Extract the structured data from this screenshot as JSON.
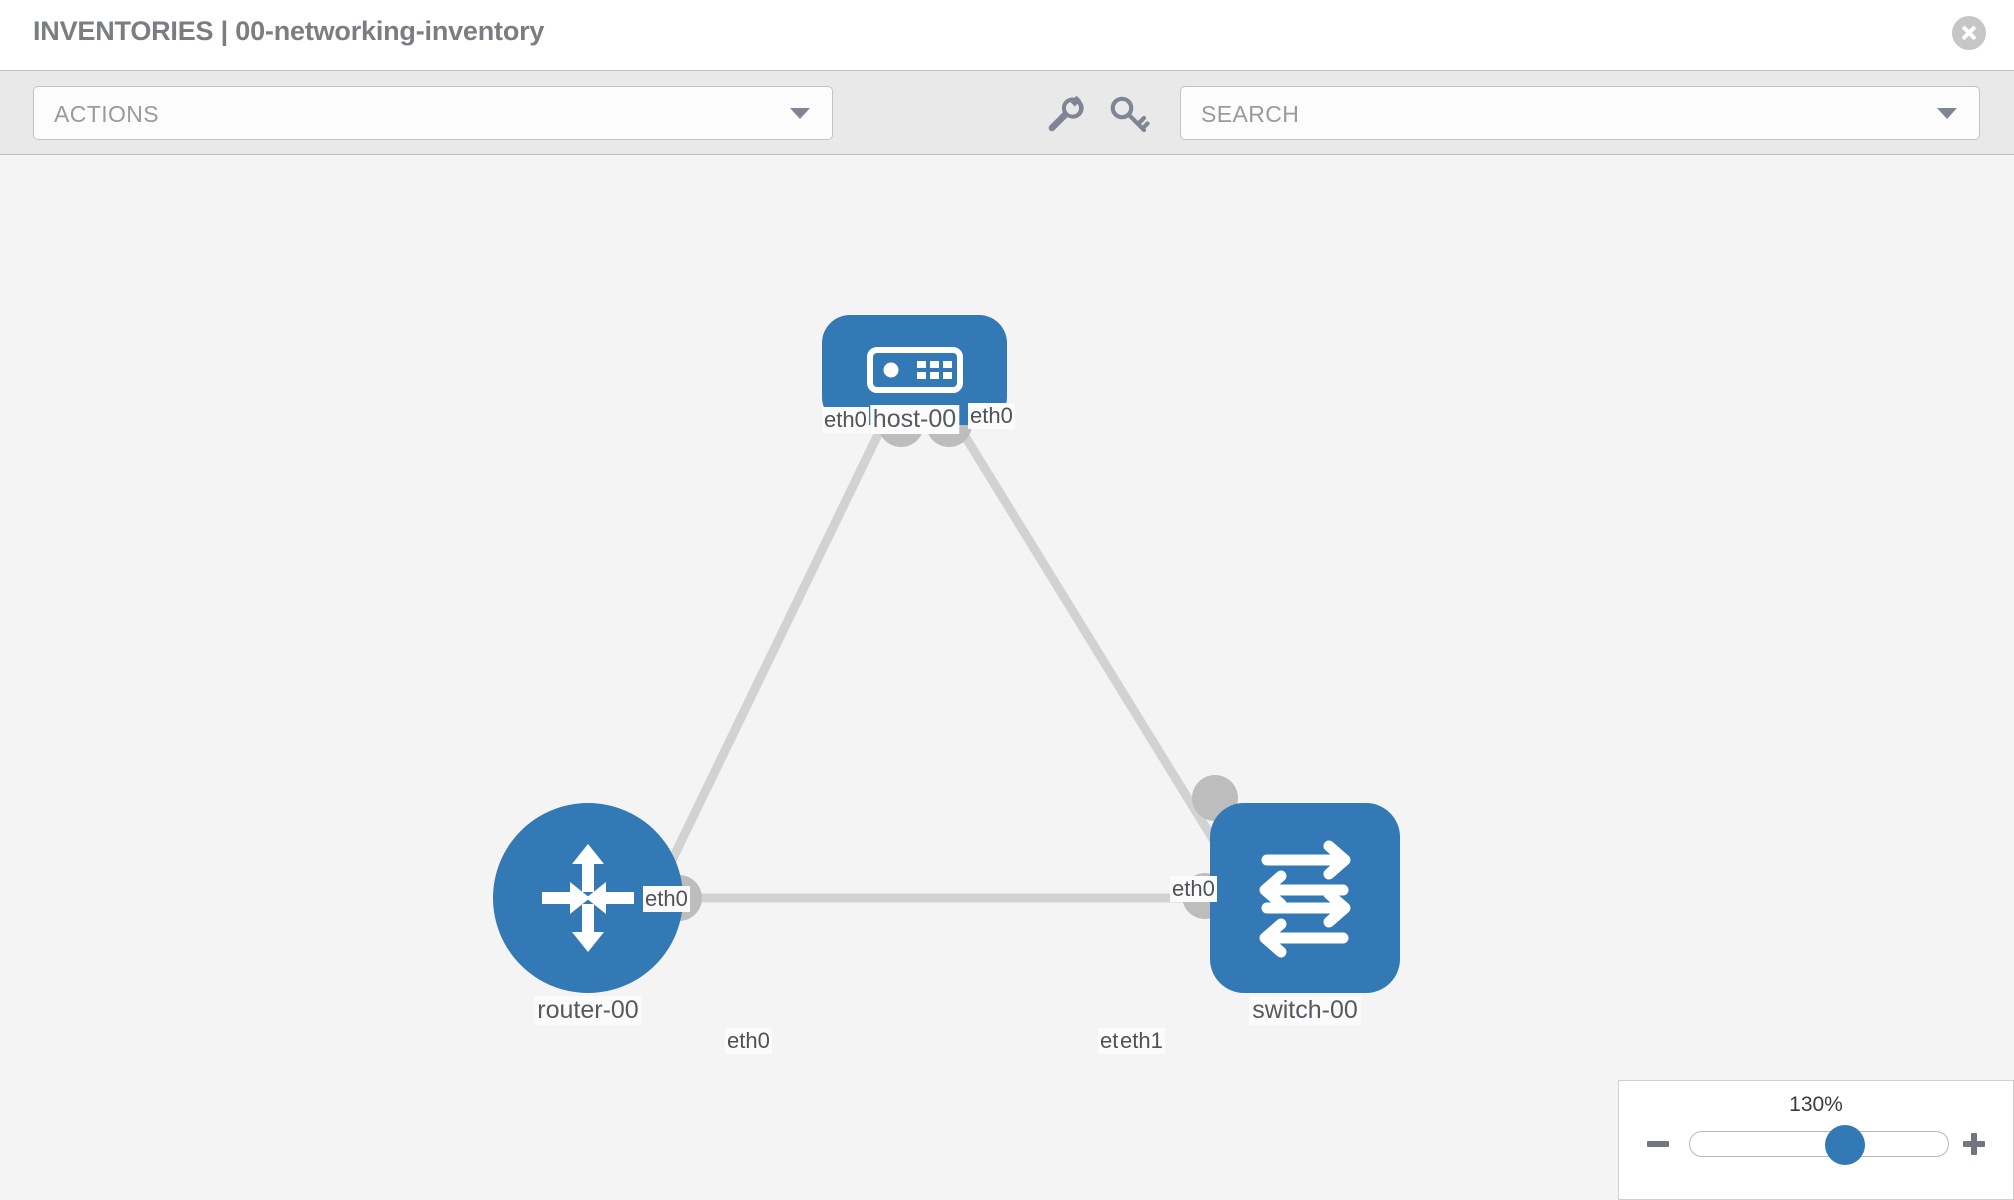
{
  "header": {
    "title": "INVENTORIES | 00-networking-inventory",
    "close_label": "close-icon"
  },
  "toolbar": {
    "actions_label": "ACTIONS",
    "search_placeholder": "SEARCH",
    "wrench_icon": "wrench-icon",
    "key_icon": "key-icon",
    "caret_icon": "chevron-down-icon"
  },
  "topology": {
    "nodes": [
      {
        "id": "host-00",
        "label": "host-00",
        "type": "host",
        "color": "#3379b5"
      },
      {
        "id": "router-00",
        "label": "router-00",
        "type": "router",
        "color": "#3379b5"
      },
      {
        "id": "switch-00",
        "label": "switch-00",
        "type": "switch",
        "color": "#3379b5"
      }
    ],
    "edge_labels": {
      "host_left": "eth0",
      "host_right": "eth0",
      "router_up": "eth0",
      "switch_up": "eth0",
      "router_right": "eth0",
      "switch_left_hidden": "eth0",
      "switch_left": "eth1"
    },
    "link_color": "#d2d2d2",
    "port_color": "#bdbdbd"
  },
  "zoom": {
    "value": "130%",
    "minus_label": "zoom-out",
    "plus_label": "zoom-in",
    "thumb_position_pct": 60
  }
}
